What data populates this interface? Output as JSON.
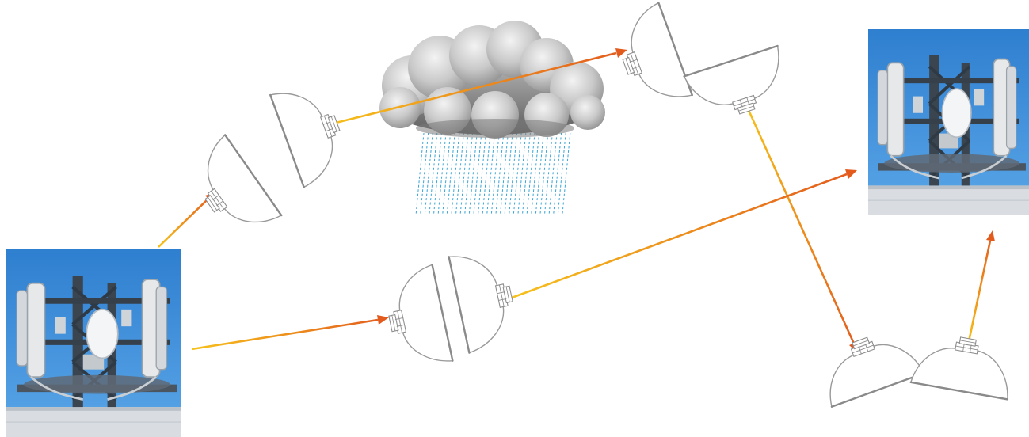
{
  "diagram": {
    "kind": "microwave radio link diagram",
    "elements": [
      "cell-tower-photo-left",
      "cell-tower-photo-right",
      "rain-cloud",
      "dish-antenna-pairs"
    ],
    "colors": {
      "arrow_start": "#f6c21c",
      "arrow_end": "#e35a1d",
      "rain": "#3aa5d6",
      "sky": "#2f7fd0",
      "antenna_outline": "#8a8a8a"
    }
  }
}
